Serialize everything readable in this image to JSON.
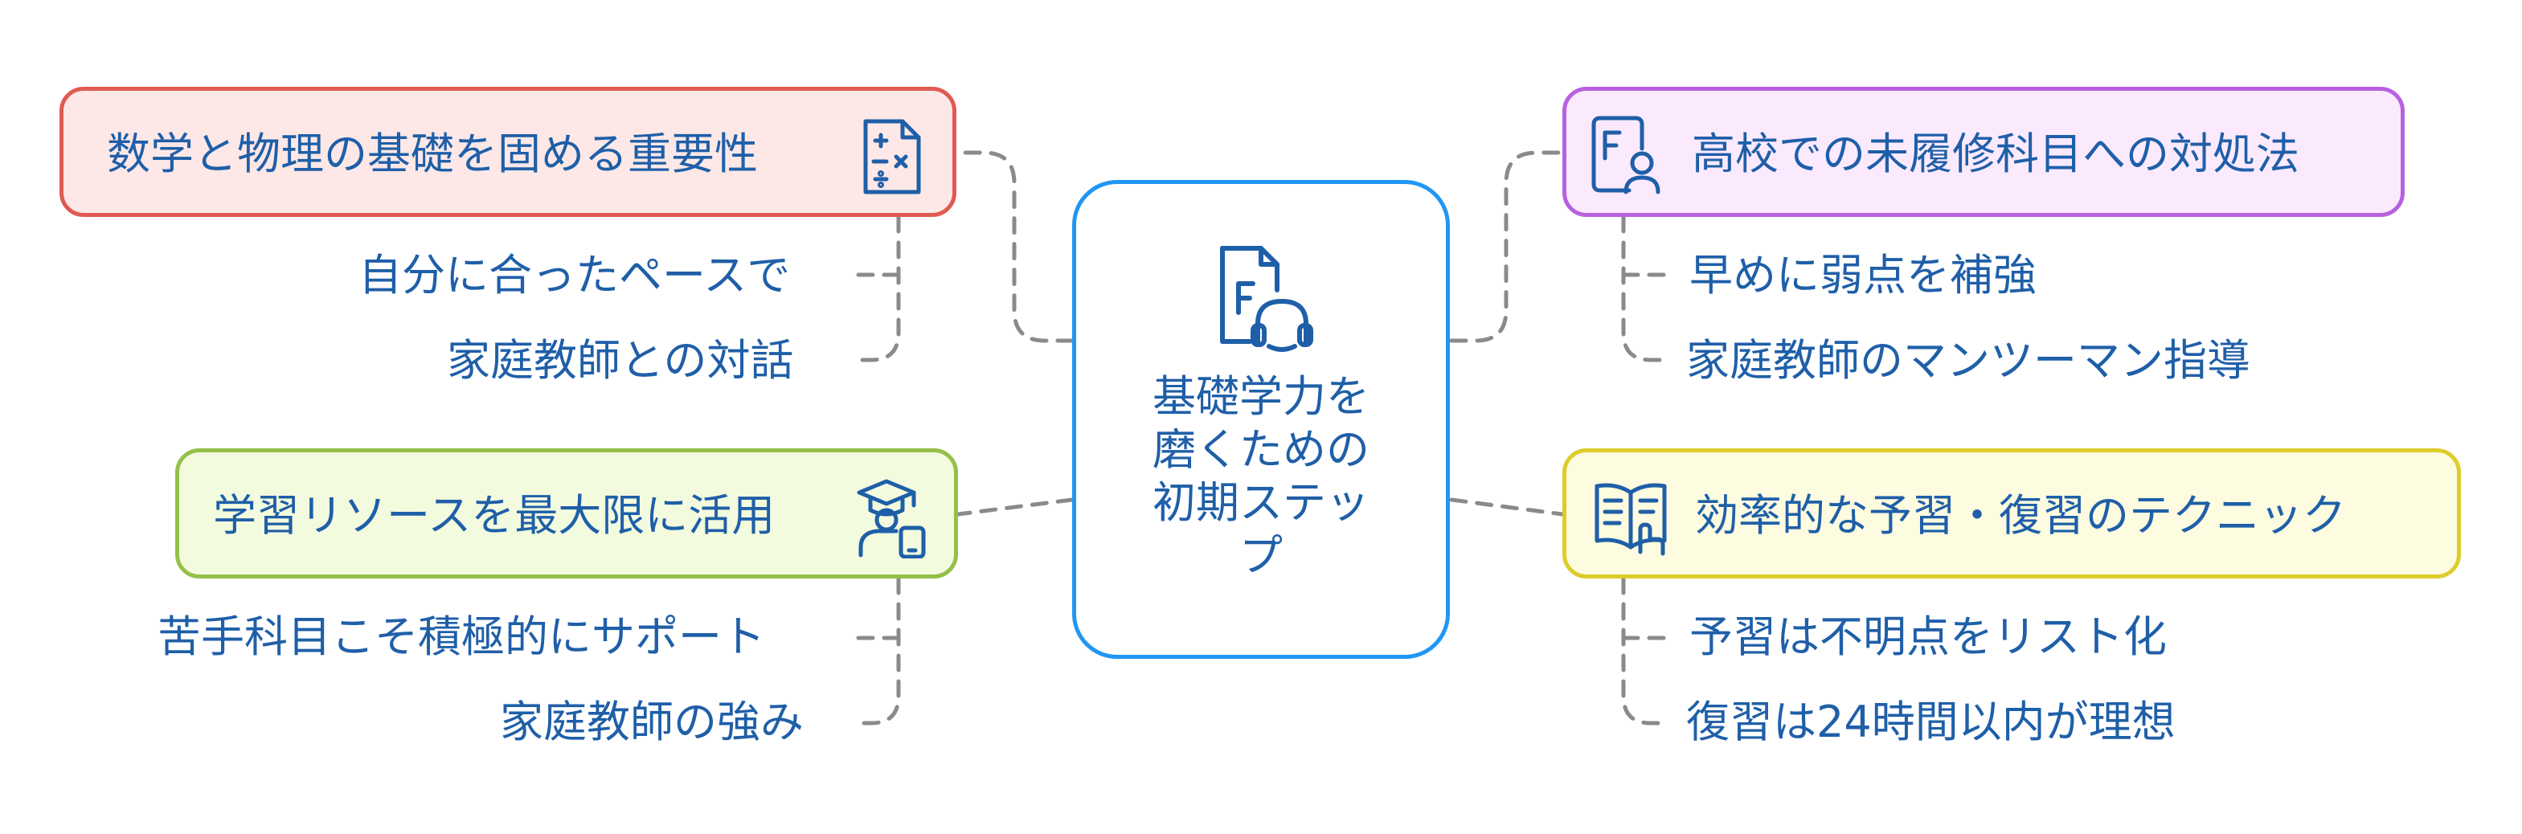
{
  "center": {
    "title_lines": [
      "基礎学力を",
      "磨くための",
      "初期ステッ",
      "プ"
    ],
    "icon": "tutor-headset-icon"
  },
  "branches": {
    "math": {
      "label": "数学と物理の基礎を固める重要性",
      "icon": "calculator-icon",
      "color": "#e05a52",
      "children": [
        "自分に合ったペースで",
        "家庭教師との対話"
      ]
    },
    "resources": {
      "label": "学習リソースを最大限に活用",
      "icon": "student-phone-icon",
      "color": "#94c04a",
      "children": [
        "苦手科目こそ積極的にサポート",
        "家庭教師の強み"
      ]
    },
    "unstudied": {
      "label": "高校での未履修科目への対処法",
      "icon": "document-user-icon",
      "color": "#b861e0",
      "children": [
        "早めに弱点を補強",
        "家庭教師のマンツーマン指導"
      ]
    },
    "study": {
      "label": "効率的な予習・復習のテクニック",
      "icon": "book-hand-icon",
      "color": "#dccd2a",
      "children": [
        "予習は不明点をリスト化",
        "復習は24時間以内が理想"
      ]
    }
  }
}
